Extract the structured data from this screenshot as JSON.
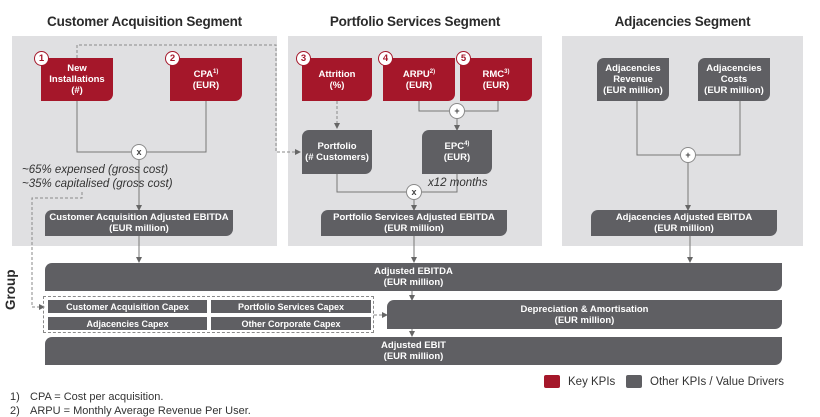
{
  "segments": {
    "customer_acquisition": {
      "title": "Customer Acquisition Segment",
      "kpis": [
        {
          "badge": "1",
          "line1": "New",
          "line2": "Installations",
          "line3": "(#)"
        },
        {
          "badge": "2",
          "line1": "CPA",
          "sup": "1)",
          "line2": "(EUR)"
        }
      ],
      "operator": "x",
      "notes": [
        "~65% expensed (gross cost)",
        "~35% capitalised (gross cost)"
      ],
      "result": {
        "line1": "Customer Acquisition Adjusted EBITDA",
        "line2": "(EUR million)"
      }
    },
    "portfolio_services": {
      "title": "Portfolio Services Segment",
      "kpis": [
        {
          "badge": "3",
          "line1": "Attrition",
          "line2": "(%)"
        },
        {
          "badge": "4",
          "line1": "ARPU",
          "sup": "2)",
          "line2": "(EUR)"
        },
        {
          "badge": "5",
          "line1": "RMC",
          "sup": "3)",
          "line2": "(EUR)"
        }
      ],
      "drivers": [
        {
          "line1": "Portfolio",
          "line2": "(# Customers)"
        },
        {
          "line1": "EPC",
          "sup": "4)",
          "line2": "(EUR)"
        }
      ],
      "operator_plus": "+",
      "operator_times": "x",
      "note": "x12 months",
      "result": {
        "line1": "Portfolio Services Adjusted EBITDA",
        "line2": "(EUR million)"
      }
    },
    "adjacencies": {
      "title": "Adjacencies Segment",
      "drivers": [
        {
          "line1": "Adjacencies",
          "line2": "Revenue",
          "line3": "(EUR million)"
        },
        {
          "line1": "Adjacencies",
          "line2": "Costs",
          "line3": "(EUR million)"
        }
      ],
      "operator": "+",
      "result": {
        "line1": "Adjacencies Adjusted EBITDA",
        "line2": "(EUR million)"
      }
    }
  },
  "group": {
    "label": "Group",
    "adjusted_ebitda": {
      "line1": "Adjusted EBITDA",
      "line2": "(EUR million)"
    },
    "capex": [
      "Customer Acquisition Capex",
      "Portfolio Services Capex",
      "Adjacencies Capex",
      "Other Corporate Capex"
    ],
    "depreciation": {
      "line1": "Depreciation & Amortisation",
      "line2": "(EUR million)"
    },
    "adjusted_ebit": {
      "line1": "Adjusted EBIT",
      "line2": "(EUR million)"
    }
  },
  "legend": [
    {
      "label": "Key KPIs",
      "color": "#a5172a"
    },
    {
      "label": "Other KPIs / Value Drivers",
      "color": "#5f5f63"
    }
  ],
  "footnotes": [
    {
      "num": "1)",
      "text": "CPA = Cost per acquisition."
    },
    {
      "num": "2)",
      "text": "ARPU = Monthly Average Revenue Per User."
    }
  ]
}
